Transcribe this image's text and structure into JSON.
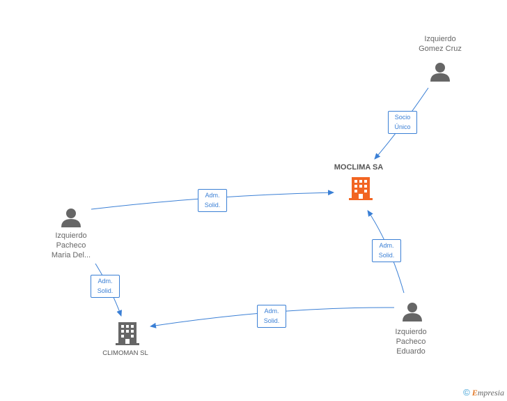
{
  "nodes": {
    "gomez": {
      "line1": "Izquierdo",
      "line2": "Gomez Cruz"
    },
    "maria": {
      "line1": "Izquierdo",
      "line2": "Pacheco",
      "line3": "Maria Del..."
    },
    "eduardo": {
      "line1": "Izquierdo",
      "line2": "Pacheco",
      "line3": "Eduardo"
    },
    "moclima": {
      "name": "MOCLIMA SA",
      "color": "#f26522"
    },
    "climoman": {
      "name": "CLIMOMAN SL",
      "color": "#666666"
    }
  },
  "edges": {
    "e1": {
      "line1": "Socio",
      "line2": "Único"
    },
    "e2": {
      "line1": "Adm.",
      "line2": "Solid."
    },
    "e3": {
      "line1": "Adm.",
      "line2": "Solid."
    },
    "e4": {
      "line1": "Adm.",
      "line2": "Solid."
    },
    "e5": {
      "line1": "Adm.",
      "line2": "Solid."
    }
  },
  "colors": {
    "edge": "#3a7fd5",
    "person": "#666666"
  },
  "footer": {
    "copyright": "©",
    "brand_first": "E",
    "brand_rest": "mpresia"
  }
}
